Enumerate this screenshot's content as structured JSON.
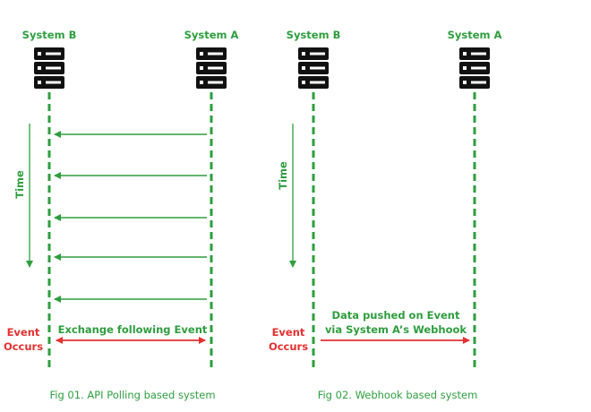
{
  "colors": {
    "green": "#2e9e3e",
    "red": "#e53030",
    "server": "#111111",
    "background": "#ffffff"
  },
  "fig1": {
    "system_b_label": "System B",
    "system_a_label": "System A",
    "time_label": "Time",
    "event_label_line1": "Event",
    "event_label_line2": "Occurs",
    "exchange_label": "Exchange following Event",
    "caption": "Fig 01. API Polling based system",
    "poll_request_count": 5
  },
  "fig2": {
    "system_b_label": "System B",
    "system_a_label": "System A",
    "time_label": "Time",
    "event_label_line1": "Event",
    "event_label_line2": "Occurs",
    "push_label_line1": "Data pushed on Event",
    "push_label_line2": "via System A’s Webhook",
    "caption": "Fig 02. Webhook based system"
  },
  "icons": {
    "server": "server-rack-icon"
  }
}
